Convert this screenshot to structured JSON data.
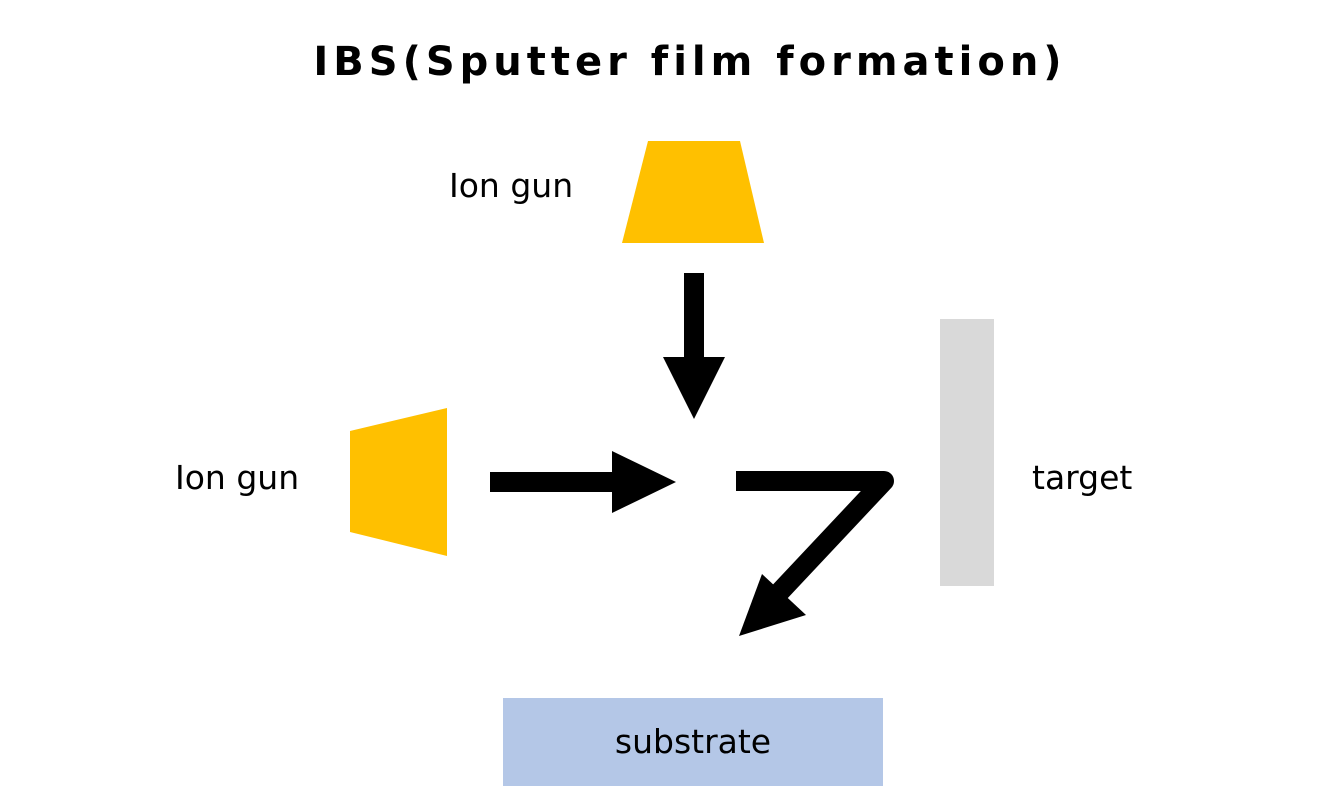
{
  "title": "IBS(Sputter film formation)",
  "ion_gun_top": {
    "label": "Ion gun"
  },
  "ion_gun_left": {
    "label": "Ion gun"
  },
  "target": {
    "label": "target"
  },
  "substrate": {
    "label": "substrate"
  },
  "colors": {
    "ion_gun": "#FFC000",
    "target": "#D9D9D9",
    "substrate": "#B4C7E7",
    "arrow": "#000000",
    "text": "#000000"
  }
}
